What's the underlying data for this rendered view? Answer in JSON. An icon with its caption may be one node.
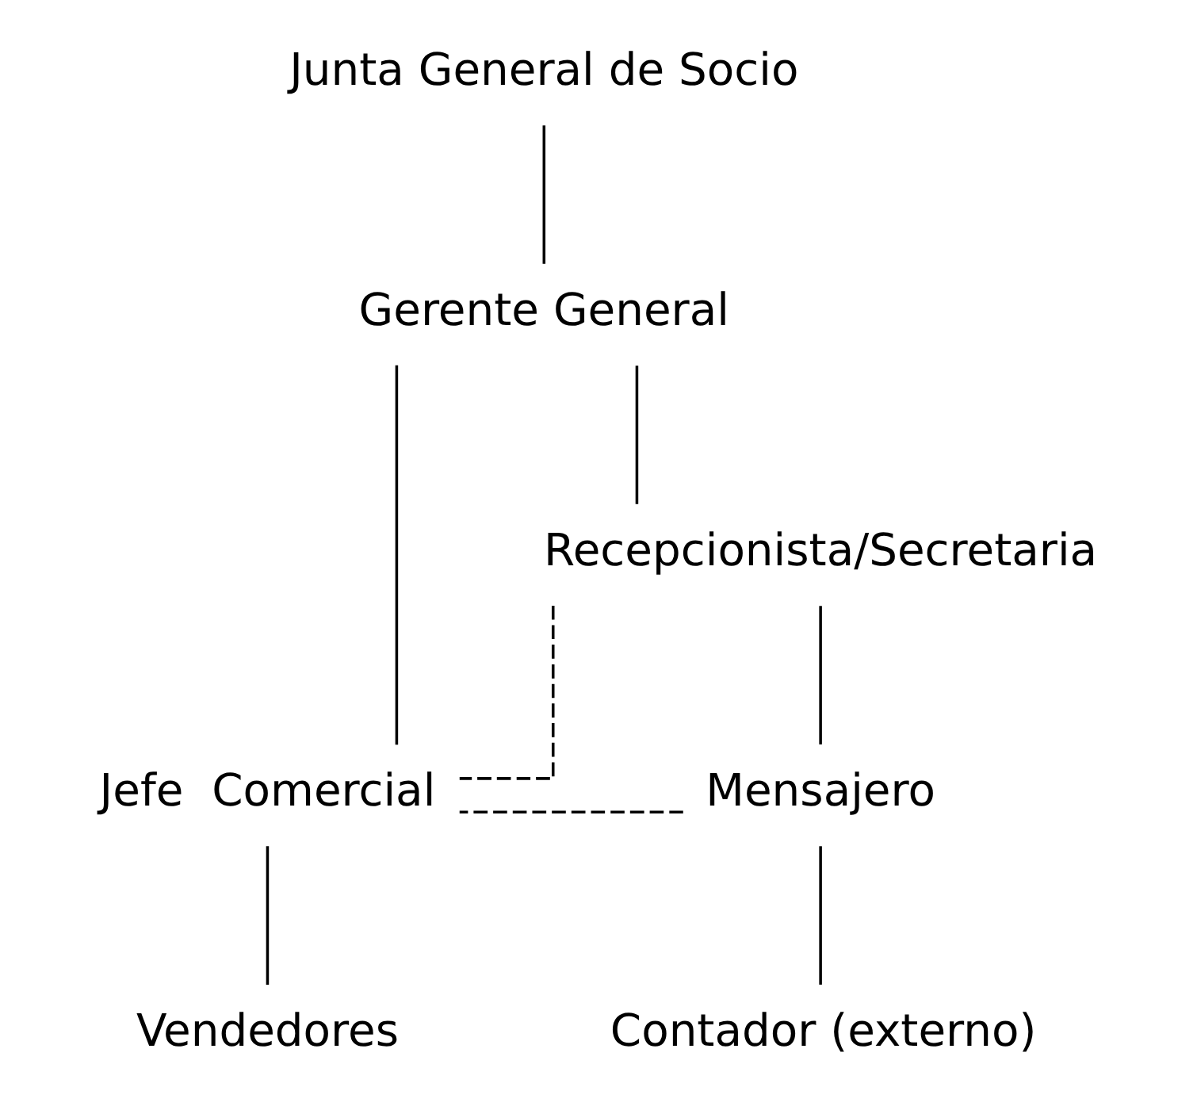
{
  "diagram": {
    "nodes": [
      {
        "text": [
          "Junta General de Socio"
        ]
      },
      {
        "text": [
          "Gerente General"
        ]
      },
      {
        "text": [
          "Recepcionista/Secretaria"
        ]
      },
      {
        "text": [
          "Jefe  Comercial"
        ]
      },
      {
        "text": [
          "Mensajero"
        ]
      },
      {
        "text": [
          "Contador (externo)"
        ]
      },
      {
        "text": [
          "Vendedores"
        ]
      }
    ],
    "edges": [
      {
        "from": 0,
        "to": 1,
        "arrow": "none"
      },
      {
        "from": 1,
        "to": 2,
        "arrow": "none"
      },
      {
        "from": 1,
        "to": 3,
        "arrow": "none"
      },
      {
        "from": 2,
        "to": 3,
        "arrow": "none",
        "style": "dashed"
      },
      {
        "from": 2,
        "to": 4,
        "arrow": "none"
      },
      {
        "from": 4,
        "to": 3,
        "arrow": "none",
        "style": "dashed"
      },
      {
        "from": 4,
        "to": 5,
        "arrow": "none"
      },
      {
        "from": 3,
        "to": 6,
        "arrow": "none"
      }
    ]
  }
}
